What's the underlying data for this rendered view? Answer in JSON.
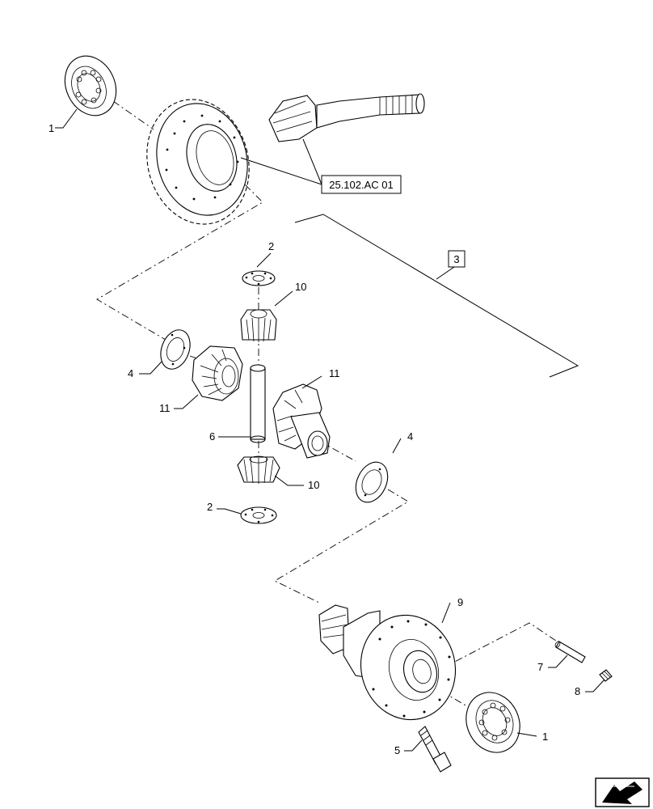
{
  "callouts": {
    "c1_top": "1",
    "c1_bottom": "1",
    "c2_top": "2",
    "c2_bottom": "2",
    "c3": "3",
    "c4_left": "4",
    "c4_right": "4",
    "c5": "5",
    "c6": "6",
    "c7": "7",
    "c8": "8",
    "c9": "9",
    "c10_top": "10",
    "c10_bottom": "10",
    "c11_left": "11",
    "c11_right": "11"
  },
  "reference_box": "25.102.AC 01",
  "nav_icon": "page-arrow-icon"
}
